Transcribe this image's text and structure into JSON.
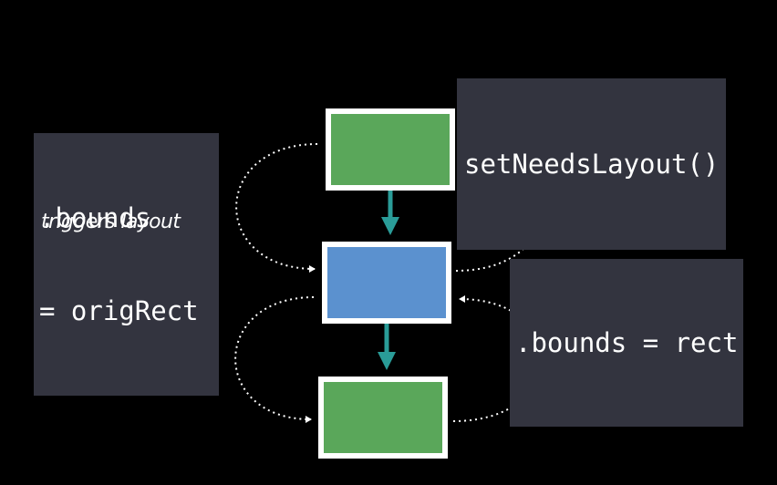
{
  "colors": {
    "background": "#000000",
    "box_green": "#5aa75a",
    "box_blue": "#5b91cf",
    "box_border": "#ffffff",
    "arrow": "#2a9c98",
    "label_bg": "#33343f",
    "dotted_line": "#ffffff"
  },
  "nodes": [
    {
      "id": "top",
      "fill": "green"
    },
    {
      "id": "middle",
      "fill": "blue"
    },
    {
      "id": "bottom",
      "fill": "green"
    }
  ],
  "labels": {
    "set_needs_layout": "setNeedsLayout()",
    "bounds_orig_line1": ".bounds",
    "bounds_orig_line2": "= origRect",
    "triggers_layout": "triggers layout",
    "bounds_rect": ".bounds = rect"
  }
}
